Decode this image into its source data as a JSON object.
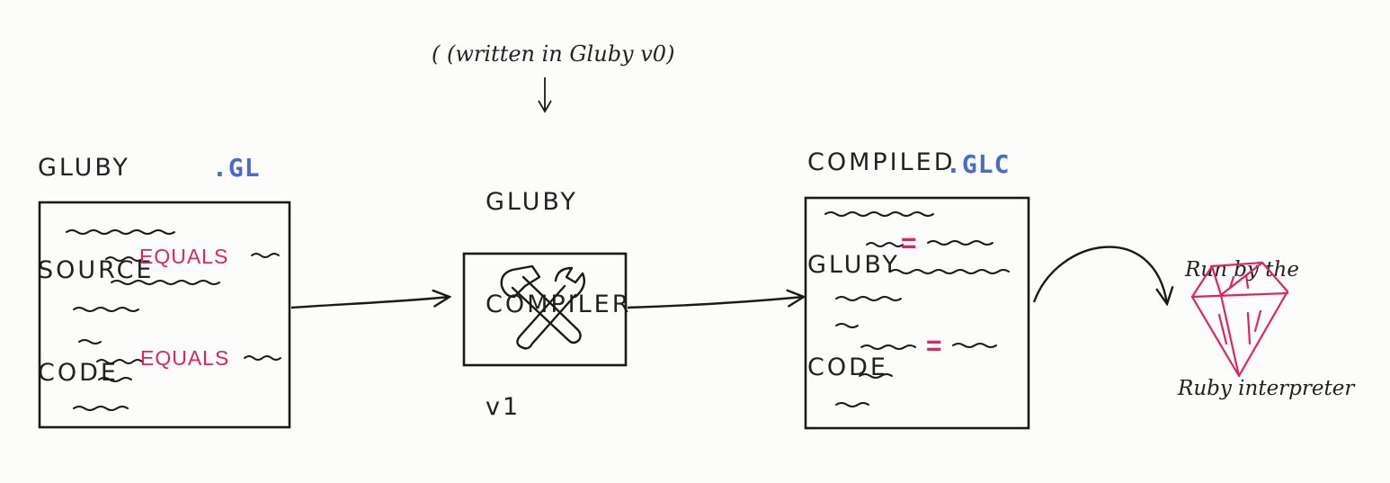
{
  "source": {
    "label_lines": [
      "GLUBY",
      "SOURCE",
      "CODE"
    ],
    "extension": ".GL",
    "keywords": [
      "EQUALS",
      "EQUALS"
    ]
  },
  "compiler": {
    "note": "( (written in Gluby v0)",
    "label_lines": [
      "GLUBY",
      "COMPILER",
      "v1"
    ],
    "tool_icon": "hammer-wrench-icon"
  },
  "compiled": {
    "label_lines": [
      "COMPILED",
      "GLUBY",
      "CODE"
    ],
    "extension": ".GLC",
    "operators": [
      "=",
      "="
    ]
  },
  "runtime": {
    "note_lines": [
      "Run by the",
      "Ruby interpreter"
    ],
    "icon": "ruby-gem-icon"
  },
  "colors": {
    "ink": "#1a1a1a",
    "keyword": "#e0245e",
    "extension": "#4a6bc8",
    "ruby": "#e0245e"
  }
}
